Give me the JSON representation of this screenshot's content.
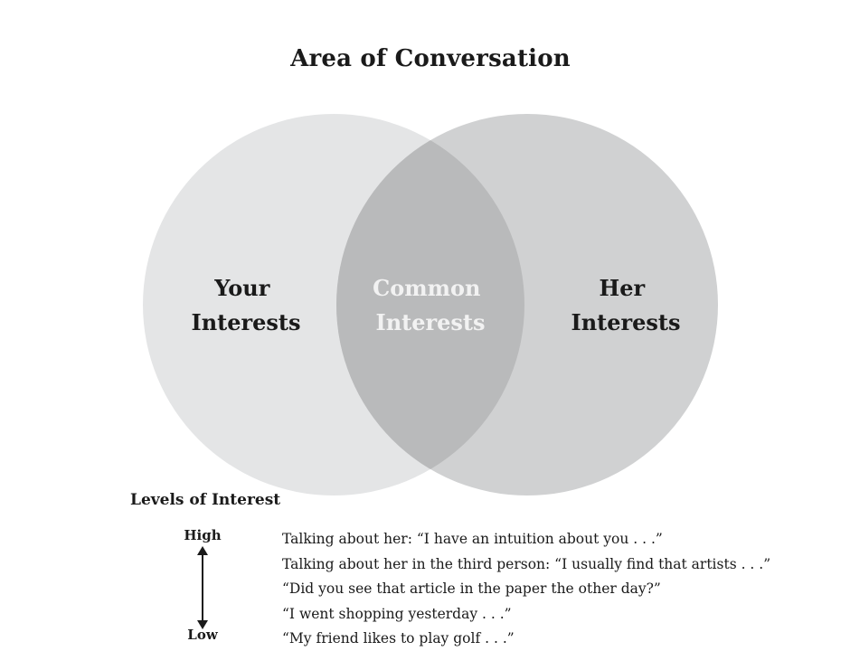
{
  "title": "Area of Conversation",
  "venn": {
    "left_label": [
      "Your",
      "Interests"
    ],
    "center_label": [
      "Common",
      "Interests"
    ],
    "right_label": [
      "Her",
      "Interests"
    ],
    "colors": {
      "left_circle": "#e4e5e6",
      "right_circle": "#d0d1d2",
      "overlap": "#b9babb",
      "center_text": "#f2f2f2",
      "text": "#1a1a1a"
    }
  },
  "levels": {
    "heading": "Levels of Interest",
    "high_label": "High",
    "low_label": "Low",
    "items": [
      "Talking about her: “I have an intuition about you . . .”",
      "Talking about her in the third person: “I usually find that artists . . .”",
      "“Did you see that article in the paper the other day?”",
      "“I went shopping yesterday . . .”",
      "“My friend likes to play golf . . .”"
    ]
  }
}
